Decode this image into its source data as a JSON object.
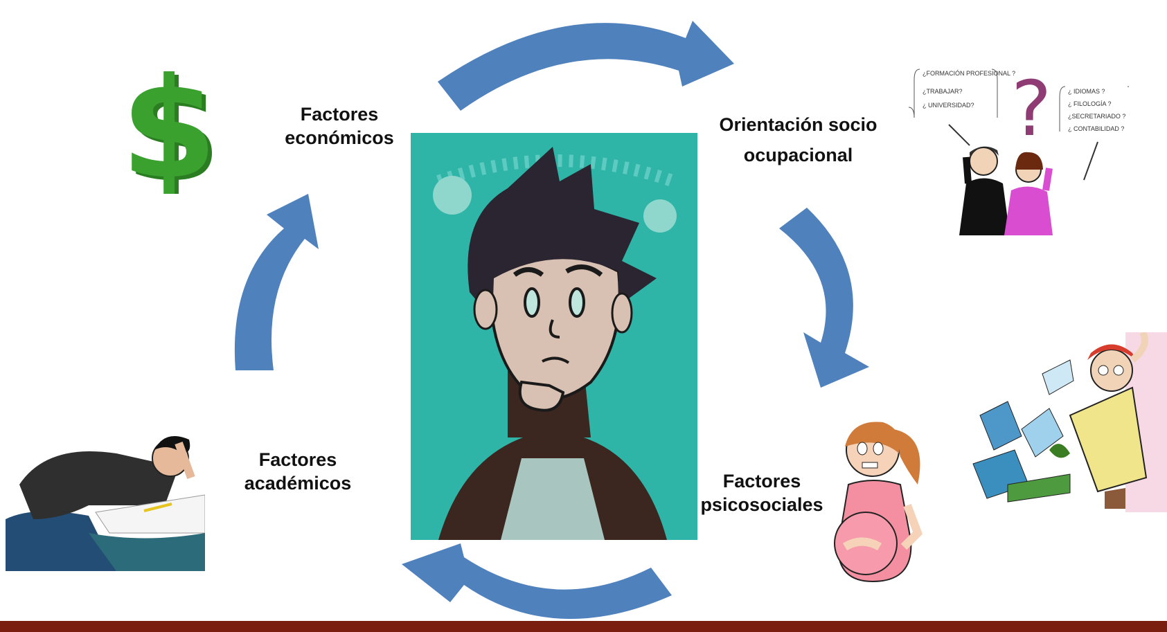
{
  "labels": {
    "economic": "Factores\neconómicos",
    "orientation": "Orientación  socio\nocupacional",
    "psychosocial": "Factores\npsicosociales",
    "academic": "Factores\nacadémicos"
  },
  "question_boxes": {
    "left": [
      "¿FORMACIÓN PROFESIONAL ?",
      "¿TRABAJAR?",
      "¿ UNIVERSIDAD?"
    ],
    "right": [
      "¿ IDIOMAS ?",
      "¿ FILOLOGÍA ?",
      "¿SECRETARIADO ?",
      "¿ CONTABILIDAD ?"
    ],
    "question_mark": "?"
  },
  "colors": {
    "arrow": "#4f81bd",
    "center_background": "#2fb5a8",
    "dollar": "#3aa12f",
    "bottom_bar": "#7a1f0f"
  }
}
